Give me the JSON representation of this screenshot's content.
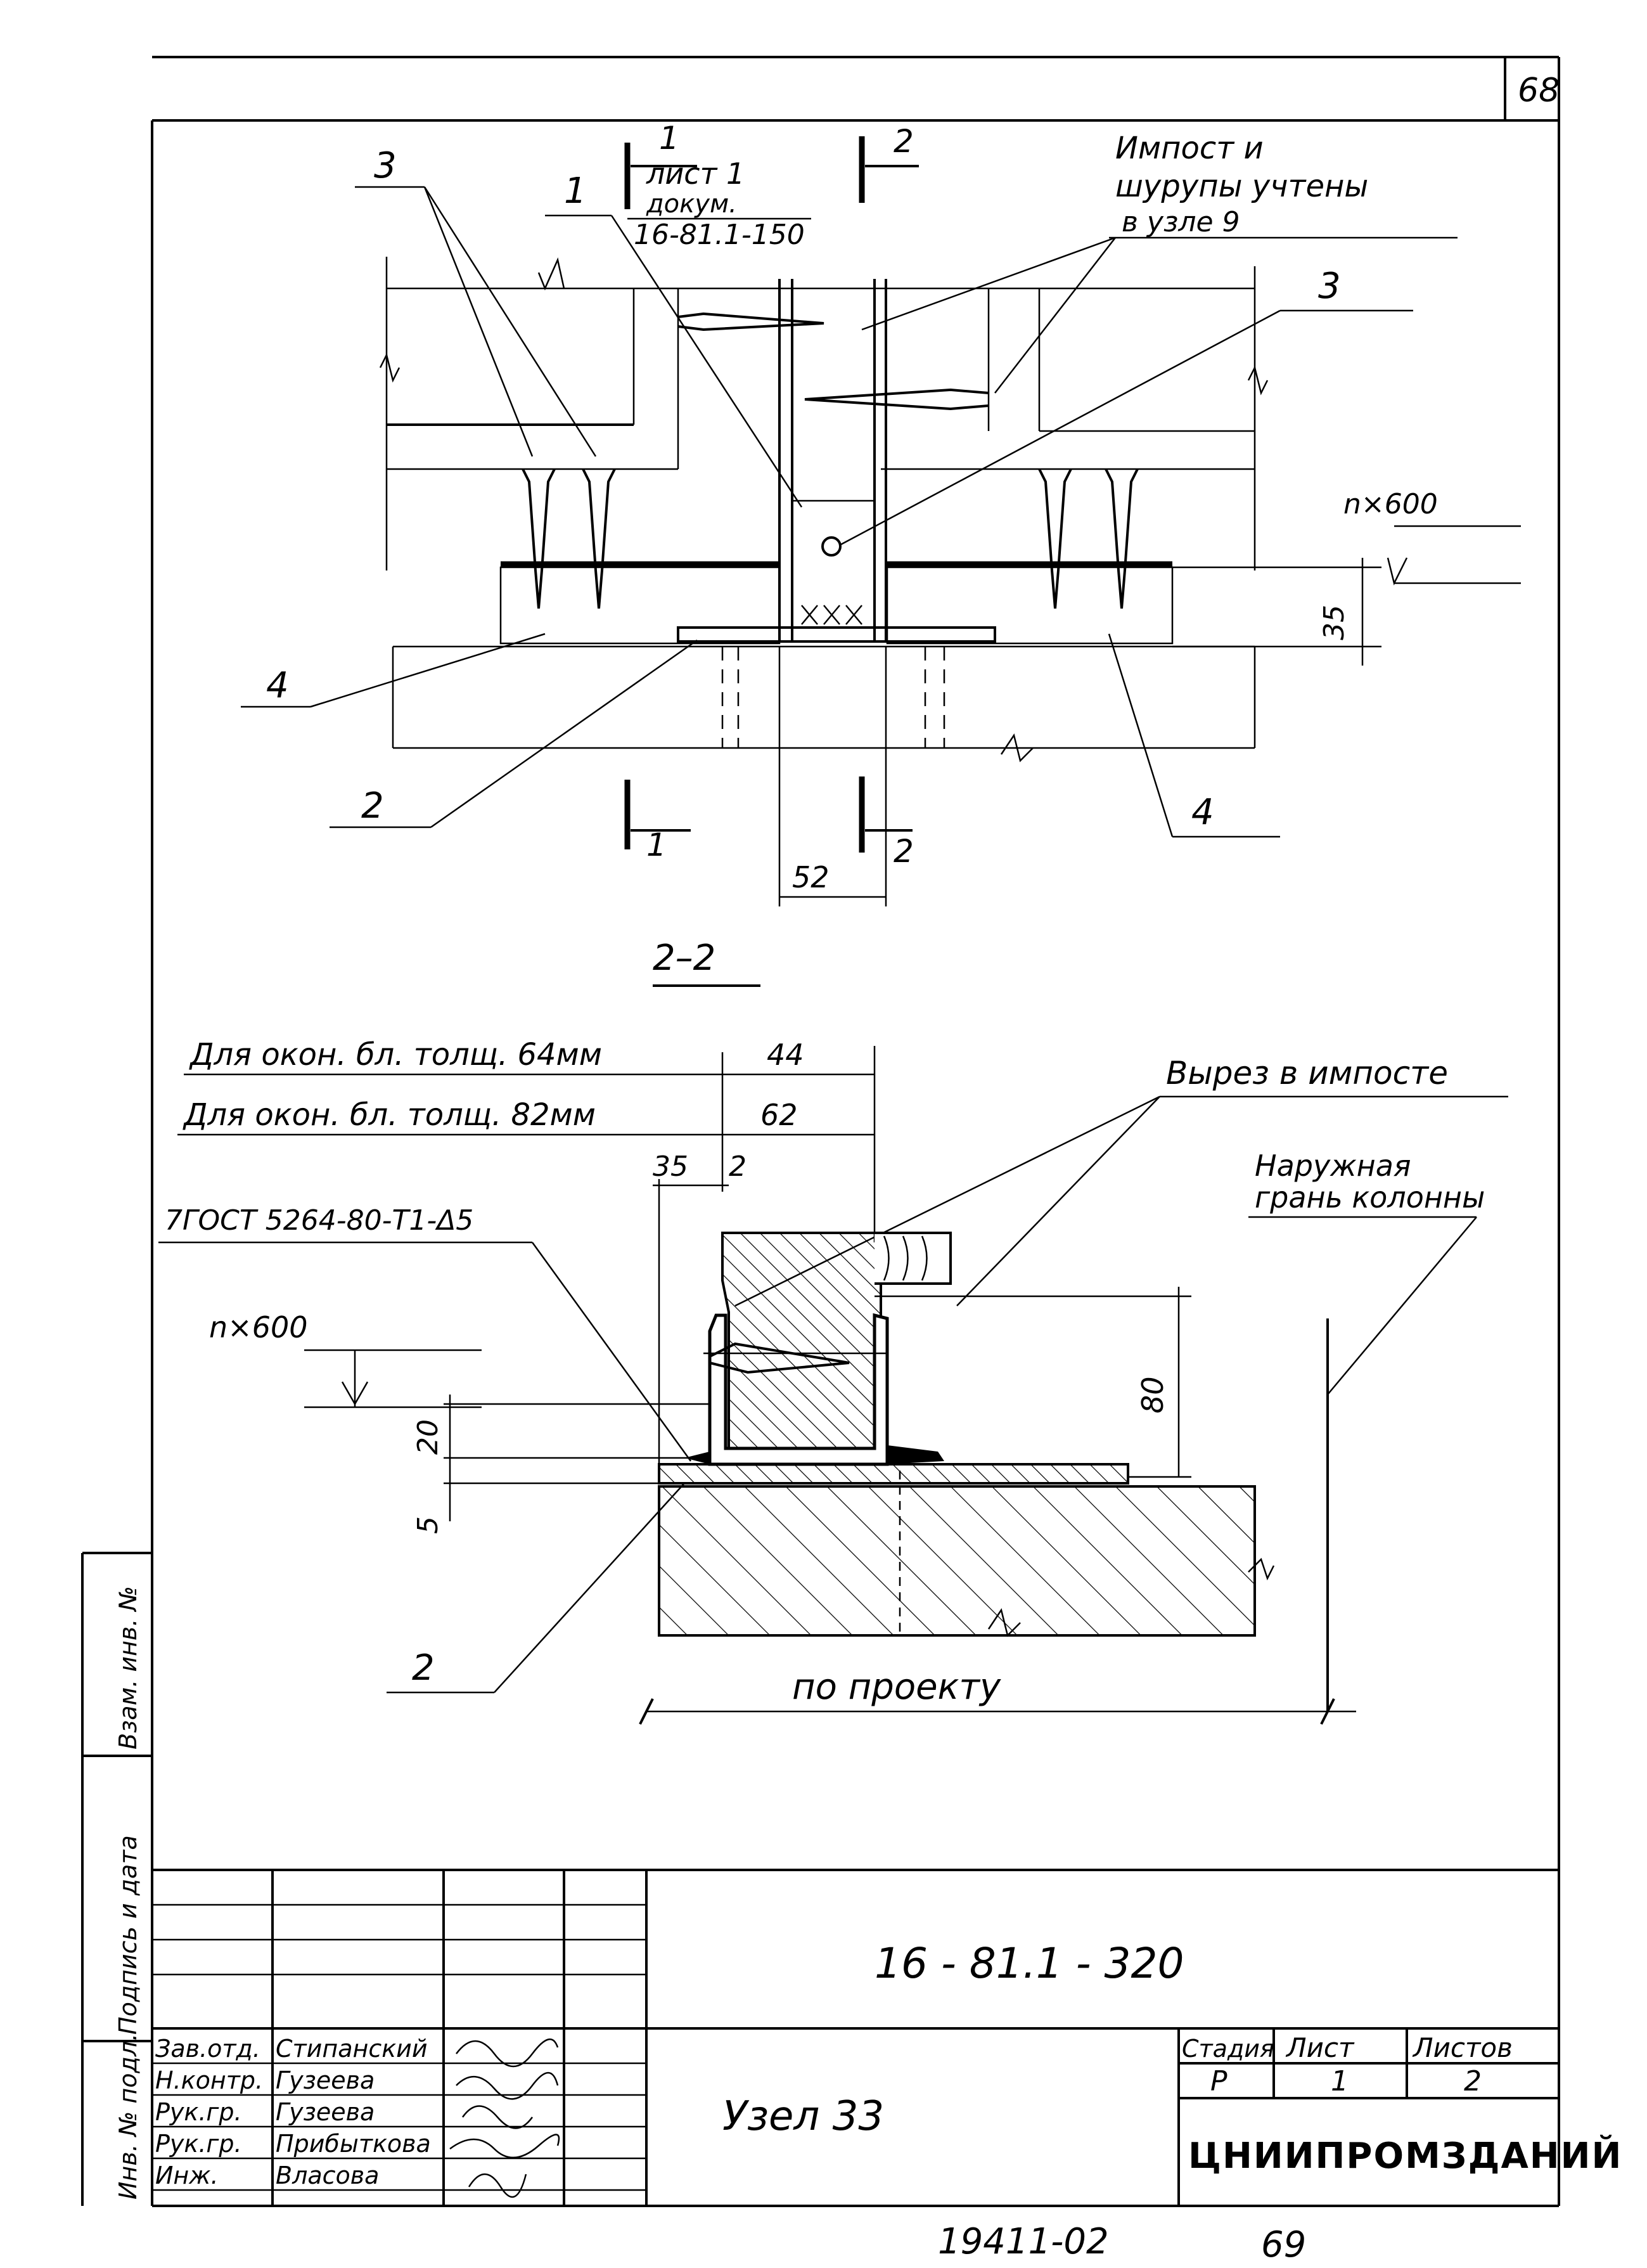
{
  "sheet": {
    "page_number": "68",
    "bottom_number": "69",
    "archive_number": "19411-02"
  },
  "plan_view": {
    "cut_1_top": "1",
    "cut_2_top": "2",
    "cut_1_bottom": "1",
    "cut_2_bottom": "2",
    "ref_note": [
      "лист 1",
      "докум.",
      "16-81.1-150"
    ],
    "impost_note": [
      "Импост и",
      "шурупы учтены",
      "в узле 9"
    ],
    "spacing": "n×600",
    "dim_35": "35",
    "dim_52": "52",
    "pos_3_left": "3",
    "pos_1": "1",
    "pos_3_right": "3",
    "pos_4_left": "4",
    "pos_4_right": "4",
    "pos_2": "2"
  },
  "section": {
    "title": "2–2",
    "note_64": "Для окон. бл. толщ. 64мм",
    "note_82": "Для окон. бл. толщ. 82мм",
    "dim_44": "44",
    "dim_62": "62",
    "dim_35": "35",
    "dim_2": "2",
    "weld": "7ГОСТ 5264-80-Т1-Δ5",
    "cut_note": "Вырез в импосте",
    "outer_face": [
      "Наружная",
      "грань колонны"
    ],
    "spacing": "n×600",
    "dim_80": "80",
    "dim_20": "20",
    "dim_5": "5",
    "pos_2": "2",
    "by_project": "по проекту"
  },
  "title_block": {
    "designation": "16 - 81.1 - 320",
    "node_title": "Узел 33",
    "stage_header": "Стадия",
    "sheet_header": "Лист",
    "sheets_header": "Листов",
    "stage": "Р",
    "sheet": "1",
    "sheets": "2",
    "organization": "ЦНИИПРОМЗДАНИЙ",
    "roles": [
      "Зав.отд.",
      "Н.контр.",
      "Рук.гр.",
      "Рук.гр.",
      "Инж."
    ],
    "names": [
      "Стипанский",
      "Гузеева",
      "Гузеева",
      "Прибыткова",
      "Власова"
    ]
  },
  "side_stamp": [
    "Инв. № подл.",
    "Подпись и дата",
    "Взам. инв. №"
  ]
}
